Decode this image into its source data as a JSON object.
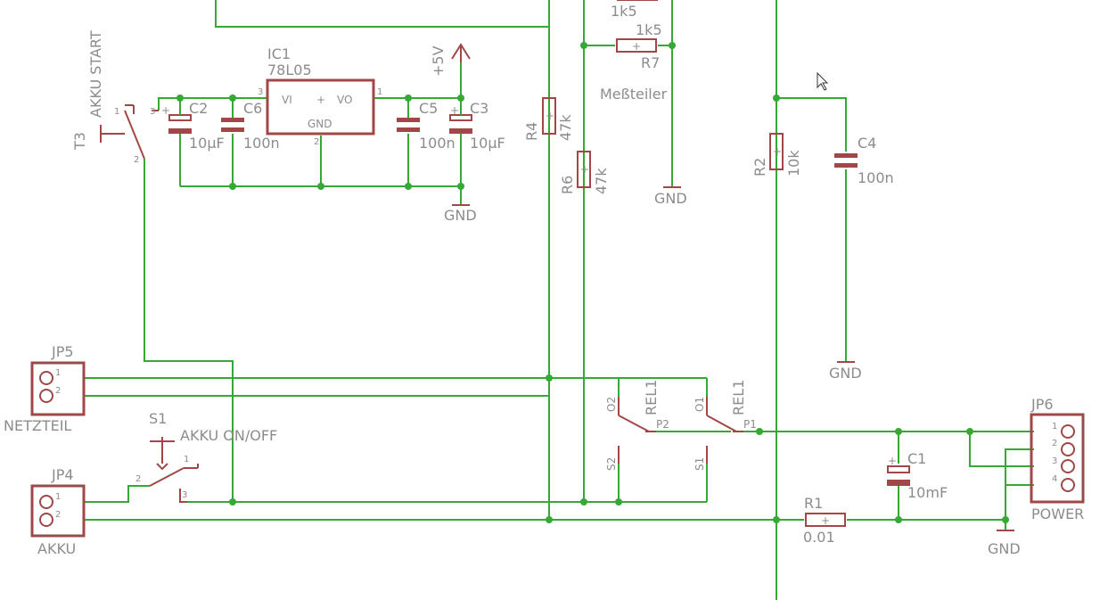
{
  "components": {
    "ic1": {
      "name": "IC1",
      "value": "78L05",
      "vi": "VI",
      "vo": "VO",
      "gnd": "GND",
      "plus": "+",
      "pin1": "1",
      "pin2": "2",
      "pin3": "3"
    },
    "t3": {
      "name": "T3",
      "value": "AKKU START",
      "pin1": "1",
      "pin2": "2",
      "pin3": "3"
    },
    "c2": {
      "name": "C2",
      "value": "10µF"
    },
    "c6": {
      "name": "C6",
      "value": "100n"
    },
    "c5": {
      "name": "C5",
      "value": "100n"
    },
    "c3": {
      "name": "C3",
      "value": "10µF"
    },
    "r4": {
      "name": "R4",
      "value": "47k"
    },
    "r6": {
      "name": "R6",
      "value": "47k"
    },
    "r7": {
      "name": "R7",
      "value": "1k5"
    },
    "r_top": {
      "value": "1k5"
    },
    "r2": {
      "name": "R2",
      "value": "10k"
    },
    "c4": {
      "name": "C4",
      "value": "100n"
    },
    "r1": {
      "name": "R1",
      "value": "0.01"
    },
    "c1": {
      "name": "C1",
      "value": "10mF"
    },
    "jp5": {
      "name": "JP5",
      "value": "NETZTEIL",
      "pin1": "1",
      "pin2": "2"
    },
    "jp4": {
      "name": "JP4",
      "value": "AKKU",
      "pin1": "1",
      "pin2": "2"
    },
    "jp6": {
      "name": "JP6",
      "value": "POWER",
      "pin1": "1",
      "pin2": "2",
      "pin3": "3",
      "pin4": "4"
    },
    "s1": {
      "name": "S1",
      "value": "AKKU ON/OFF",
      "pin1": "1",
      "pin2": "2",
      "pin3": "3"
    },
    "rel1a": {
      "name": "REL1",
      "o2": "O2",
      "p2": "P2",
      "s2": "S2"
    },
    "rel1b": {
      "name": "REL1",
      "o1": "O1",
      "p1": "P1",
      "s1": "S1"
    }
  },
  "nets": {
    "vcc": "+5V",
    "gnd": "GND",
    "divider": "Meßteiler"
  },
  "colors": {
    "wire": "#35a835",
    "part": "#a04848",
    "text": "#8c8c8c",
    "background": "#ffffff"
  },
  "icons": {
    "cursor": "mouse-pointer-icon"
  }
}
